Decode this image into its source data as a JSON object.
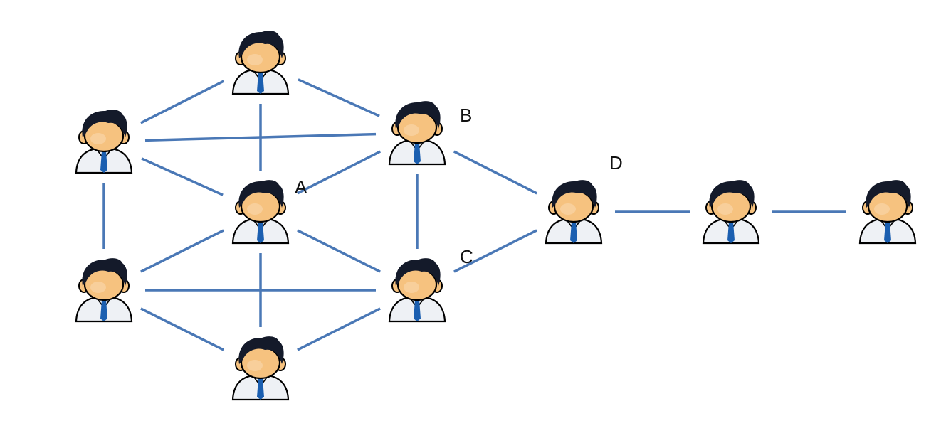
{
  "colors": {
    "edge": "#4a78b6",
    "hair": "#141a2a",
    "skin": "#f6c27f",
    "skin_shadow": "#e8a35a",
    "shirt": "#eef1f5",
    "tie": "#1b5fb0",
    "outline": "#000000"
  },
  "node_icon": "person-icon",
  "nodes": [
    {
      "id": "top",
      "label": ""
    },
    {
      "id": "left-upper",
      "label": ""
    },
    {
      "id": "left-lower",
      "label": ""
    },
    {
      "id": "a",
      "label": "A"
    },
    {
      "id": "bottom",
      "label": ""
    },
    {
      "id": "b",
      "label": "B"
    },
    {
      "id": "c",
      "label": "C"
    },
    {
      "id": "d",
      "label": "D"
    },
    {
      "id": "chain-1",
      "label": ""
    },
    {
      "id": "chain-2",
      "label": ""
    }
  ],
  "edges": [
    [
      "left-upper",
      "top"
    ],
    [
      "top",
      "b"
    ],
    [
      "top",
      "a"
    ],
    [
      "left-upper",
      "b"
    ],
    [
      "left-upper",
      "a"
    ],
    [
      "a",
      "b"
    ],
    [
      "left-upper",
      "left-lower"
    ],
    [
      "b",
      "c"
    ],
    [
      "b",
      "d"
    ],
    [
      "left-lower",
      "a"
    ],
    [
      "a",
      "c"
    ],
    [
      "a",
      "bottom"
    ],
    [
      "left-lower",
      "c"
    ],
    [
      "left-lower",
      "bottom"
    ],
    [
      "bottom",
      "c"
    ],
    [
      "c",
      "d"
    ],
    [
      "d",
      "chain-1"
    ],
    [
      "chain-1",
      "chain-2"
    ]
  ]
}
